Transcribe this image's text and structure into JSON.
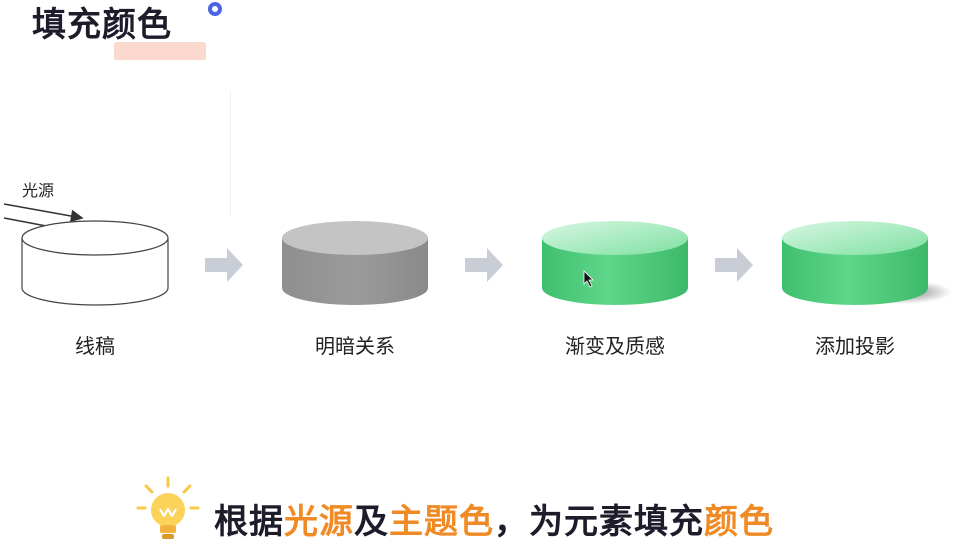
{
  "title": "填充颜色",
  "light_source_label": "光源",
  "steps": [
    {
      "label": "线稿"
    },
    {
      "label": "明暗关系"
    },
    {
      "label": "渐变及质感"
    },
    {
      "label": "添加投影"
    }
  ],
  "bottom_caption": {
    "part1": "根据",
    "highlight1": "光源",
    "part2": "及",
    "highlight2": "主题色",
    "part3": "，为元素填充",
    "highlight3": "颜色"
  },
  "colors": {
    "accent_ring": "#4b63e8",
    "title_highlight": "#fbd9cf",
    "highlight_text": "#f08a24",
    "gray_shape": "#9e9e9e",
    "green_shape": "#5ccf86",
    "arrow": "#c9ced6"
  },
  "icons": [
    "title-ring-icon",
    "light-ray-arrows-icon",
    "flow-arrow-icon",
    "mouse-cursor-icon",
    "lightbulb-icon"
  ]
}
